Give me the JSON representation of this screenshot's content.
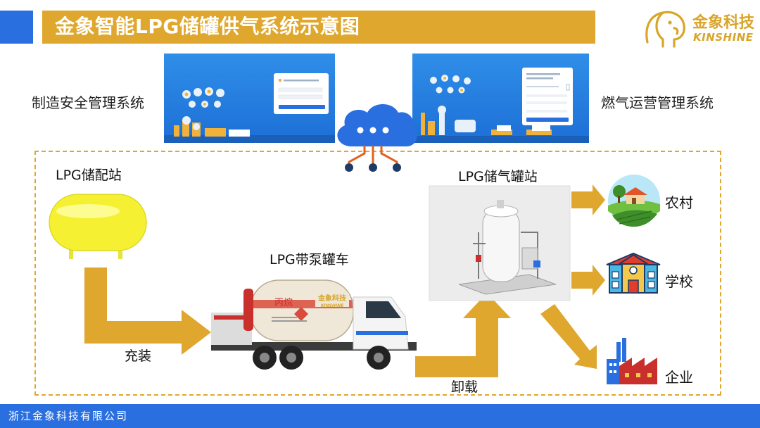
{
  "header": {
    "title": "金象智能LPG储罐供气系统示意图"
  },
  "logo": {
    "name_cn": "金象科技",
    "name_en": "KINSHINE"
  },
  "systems": {
    "left_label": "制造安全管理系统",
    "right_label": "燃气运营管理系统"
  },
  "nodes": {
    "storage_station": "LPG储配站",
    "pump_truck": "LPG带泵罐车",
    "tank_station": "LPG储气罐站",
    "truck_badge": "金象科技",
    "truck_badge_en": "KINSHINE",
    "truck_cargo": "丙烷"
  },
  "destinations": {
    "village": "农村",
    "school": "学校",
    "enterprise": "企业"
  },
  "flows": {
    "fill": "充装",
    "unload": "卸载"
  },
  "footer": {
    "company": "浙江金象科技有限公司"
  },
  "colors": {
    "accent": "#dfa72d",
    "brand_blue": "#2a6fe0",
    "arrow": "#dfa72d",
    "tank_yellow": "#f5f032"
  }
}
